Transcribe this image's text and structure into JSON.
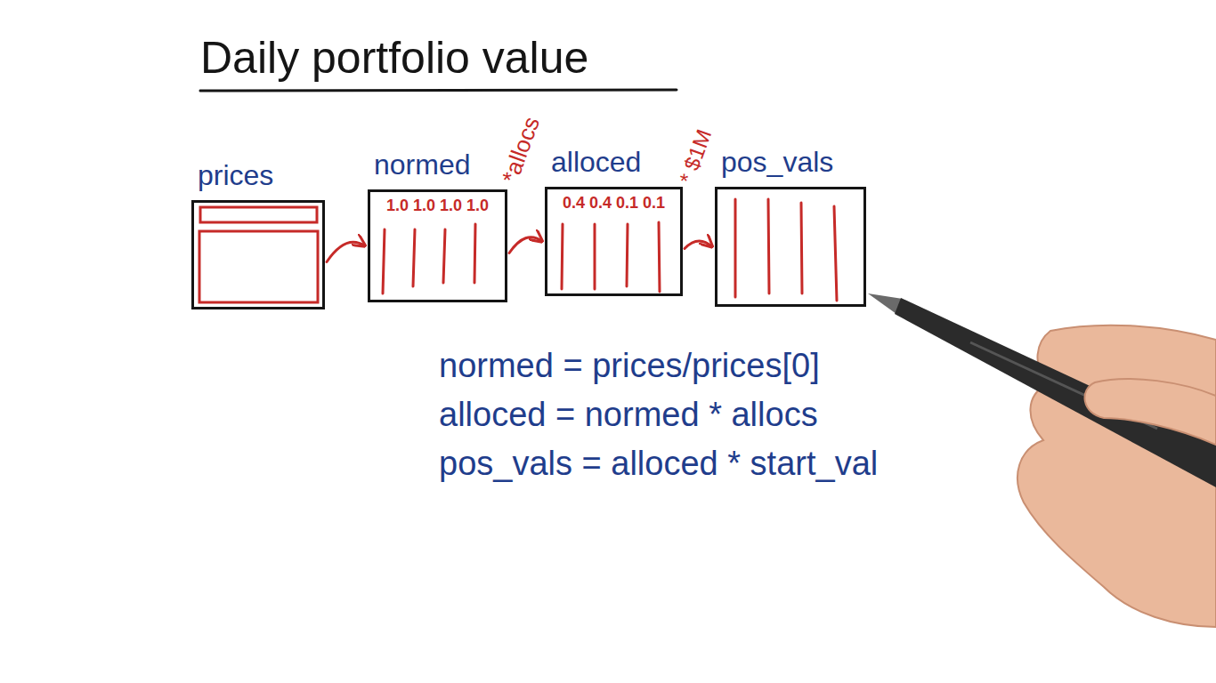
{
  "diagram": {
    "title": "Daily portfolio value",
    "nodes": [
      {
        "text": [
          "prices"
        ]
      },
      {
        "text": [
          "normed",
          "1.0 1.0 1.0 1.0"
        ]
      },
      {
        "text": [
          "alloced",
          "0.4 0.4 0.1 0.1"
        ]
      },
      {
        "text": [
          "pos_vals"
        ]
      }
    ],
    "edges": [
      {
        "from": 0,
        "to": 1,
        "arrow": "to"
      },
      {
        "from": 1,
        "to": 2,
        "label": "*allocs",
        "arrow": "to"
      },
      {
        "from": 2,
        "to": 3,
        "label": "* $1M",
        "arrow": "to"
      }
    ],
    "labels": [
      "normed = prices/prices[0]",
      "alloced = normed * allocs",
      "pos_vals = alloced * start_val"
    ]
  }
}
